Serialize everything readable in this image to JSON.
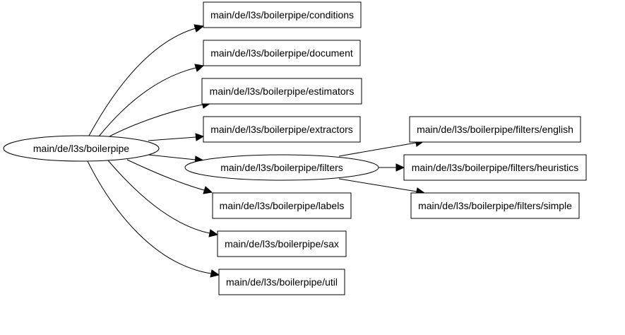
{
  "graph": {
    "root": {
      "label": "main/de/l3s/boilerpipe"
    },
    "filters": {
      "label": "main/de/l3s/boilerpipe/filters"
    },
    "children": [
      {
        "label": "main/de/l3s/boilerpipe/conditions"
      },
      {
        "label": "main/de/l3s/boilerpipe/document"
      },
      {
        "label": "main/de/l3s/boilerpipe/estimators"
      },
      {
        "label": "main/de/l3s/boilerpipe/extractors"
      },
      {
        "label": "main/de/l3s/boilerpipe/labels"
      },
      {
        "label": "main/de/l3s/boilerpipe/sax"
      },
      {
        "label": "main/de/l3s/boilerpipe/util"
      }
    ],
    "filter_children": [
      {
        "label": "main/de/l3s/boilerpipe/filters/english"
      },
      {
        "label": "main/de/l3s/boilerpipe/filters/heuristics"
      },
      {
        "label": "main/de/l3s/boilerpipe/filters/simple"
      }
    ]
  }
}
